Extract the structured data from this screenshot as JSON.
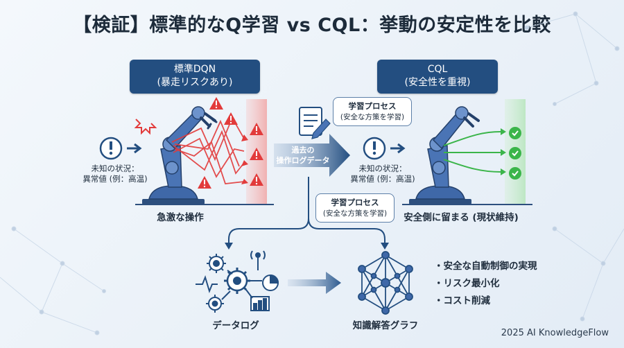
{
  "title": "【検証】標準的なQ学習 vs CQL：挙動の安定性を比較",
  "dqn": {
    "header_line1": "標準DQN",
    "header_line2": "(暴走リスクあり)",
    "input_line1": "未知の状況：",
    "input_line2": "異常値 (例：高温)",
    "caption": "急激な操作"
  },
  "cql": {
    "header_line1": "CQL",
    "header_line2": "(安全性を重視)",
    "input_line1": "未知の状況：",
    "input_line2": "異常値 (例：高温)",
    "caption": "安全側に留まる (現状維持)"
  },
  "center": {
    "arrow_line1": "過去の",
    "arrow_line2": "操作ログデータ",
    "bubble_top_line1": "学習プロセス",
    "bubble_top_line2": "(安全な方策を学習)",
    "bubble_bottom_line1": "学習プロセス",
    "bubble_bottom_line2": "(安全な方策を学習)"
  },
  "bottom": {
    "data_caption": "データログ",
    "graph_caption": "知識解答グラフ",
    "bullets": [
      "・安全な自動制御の実現",
      "・リスク最小化",
      "・コスト削減"
    ]
  },
  "footer": "2025 AI KnowledgeFlow",
  "colors": {
    "navy": "#234e80",
    "danger": "#e23b3b",
    "safe": "#3bb54a",
    "robot": "#3f68a8"
  }
}
